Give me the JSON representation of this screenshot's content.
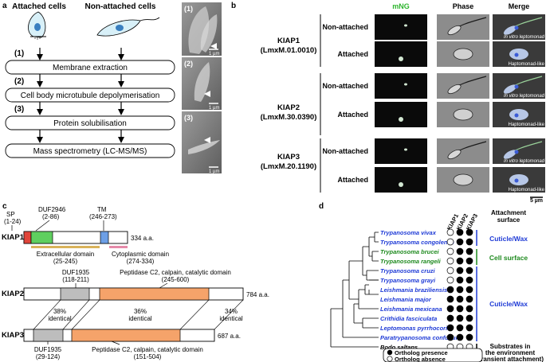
{
  "panel_a": {
    "letter": "a",
    "cell_labels": [
      "Attached cells",
      "Non-attached cells"
    ],
    "steps": [
      {
        "num": "(1)",
        "label": "Membrane extraction"
      },
      {
        "num": "(2)",
        "label": "Cell body microtubule depolymerisation"
      },
      {
        "num": "(3)",
        "label": "Protein solubilisation"
      },
      {
        "num": "",
        "label": "Mass spectrometry (LC-MS/MS)"
      }
    ],
    "em_images": [
      {
        "num": "(1)",
        "scale": "1 µm"
      },
      {
        "num": "(2)",
        "scale": "1 µm"
      },
      {
        "num": "(3)",
        "scale": "1 µm"
      }
    ]
  },
  "panel_b": {
    "letter": "b",
    "columns": [
      "mNG",
      "Phase",
      "Merge"
    ],
    "column_colors": [
      "#2db52d",
      "#000000",
      "#000000"
    ],
    "proteins": [
      {
        "name": "KIAP1",
        "id": "(LmxM.01.0010)"
      },
      {
        "name": "KIAP2",
        "id": "(LmxM.30.0390)"
      },
      {
        "name": "KIAP3",
        "id": "(LmxM.20.1190)"
      }
    ],
    "rows": [
      {
        "state": "Non-attached",
        "tag": "In vitro leptomonad"
      },
      {
        "state": "Attached",
        "tag": "Haptomonad-like"
      }
    ],
    "scale": "5 µm"
  },
  "panel_c": {
    "letter": "c",
    "kiap1": {
      "name": "KIAP1",
      "length": "334 a.a.",
      "sp": "SP",
      "sp_range": "(1-24)",
      "duf": "DUF2946",
      "duf_range": "(2-86)",
      "tm": "TM",
      "tm_range": "(246-273)",
      "extracellular": "Extracellular domain",
      "extracellular_range": "(25-245)",
      "cytoplasmic": "Cytoplasmic domain",
      "cytoplasmic_range": "(274-334)"
    },
    "kiap2": {
      "name": "KIAP2",
      "length": "784 a.a.",
      "duf": "DUF1935",
      "duf_range": "(118-211)",
      "pep": "Peptidase C2, calpain, catalytic domain",
      "pep_range": "(245-600)"
    },
    "kiap3": {
      "name": "KIAP3",
      "length": "687 a.a.",
      "duf": "DUF1935",
      "duf_range": "(29-124)",
      "pep": "Peptidase C2, calpain, catalytic domain",
      "pep_range": "(151-504)"
    },
    "identity": [
      {
        "pct": "38%",
        "word": "identical"
      },
      {
        "pct": "36%",
        "word": "identical"
      },
      {
        "pct": "34%",
        "word": "identical"
      }
    ],
    "colors": {
      "sp": "#e0453a",
      "duf2946": "#5fcf5f",
      "tm": "#6d9fe6",
      "extracellular": "#d9b25a",
      "cytoplasmic": "#e58aa8",
      "duf1935": "#bdbdbd",
      "peptidase": "#f5a36a"
    }
  },
  "panel_d": {
    "letter": "d",
    "columns": [
      "KIAP1",
      "KIAP2",
      "KIAP3"
    ],
    "header": "Attachment surface",
    "species": [
      {
        "name": "Trypanosoma vivax",
        "color": "#1f3bd6",
        "marks": [
          0,
          1,
          1
        ]
      },
      {
        "name": "Trypanosoma congolense",
        "color": "#1f3bd6",
        "marks": [
          0,
          1,
          1
        ]
      },
      {
        "name": "Trypanosoma brucei",
        "color": "#1e8a1e",
        "marks": [
          0,
          1,
          1
        ]
      },
      {
        "name": "Trypanosoma rangeli",
        "color": "#1e8a1e",
        "marks": [
          0,
          1,
          1
        ]
      },
      {
        "name": "Trypanosoma cruzi",
        "color": "#1f3bd6",
        "marks": [
          0,
          1,
          1
        ]
      },
      {
        "name": "Trypanosoma grayi",
        "color": "#1f3bd6",
        "marks": [
          0,
          1,
          1
        ]
      },
      {
        "name": "Leishmania braziliensis",
        "color": "#1f3bd6",
        "marks": [
          1,
          1,
          1
        ]
      },
      {
        "name": "Leishmania major",
        "color": "#1f3bd6",
        "marks": [
          1,
          1,
          1
        ]
      },
      {
        "name": "Leishmania mexicana",
        "color": "#1f3bd6",
        "marks": [
          1,
          1,
          1
        ]
      },
      {
        "name": "Crithidia fasciculata",
        "color": "#1f3bd6",
        "marks": [
          1,
          1,
          1
        ]
      },
      {
        "name": "Leptomonas pyrrhocoris",
        "color": "#1f3bd6",
        "marks": [
          1,
          1,
          1
        ]
      },
      {
        "name": "Paratrypanosoma confusum",
        "color": "#1f3bd6",
        "marks": [
          1,
          1,
          1
        ]
      },
      {
        "name": "Bodo saltans",
        "color": "#000000",
        "marks": [
          0,
          0,
          0
        ]
      }
    ],
    "groups": [
      {
        "label": "Cuticle/Wax",
        "color": "#1f3bd6"
      },
      {
        "label": "Cell surface",
        "color": "#1e8a1e"
      },
      {
        "label": "Cuticle/Wax",
        "color": "#1f3bd6"
      }
    ],
    "substrate": [
      "Substrates in",
      "the environment",
      "(transient attachment)"
    ],
    "legend": [
      "Ortholog presence",
      "Ortholog absence"
    ]
  }
}
